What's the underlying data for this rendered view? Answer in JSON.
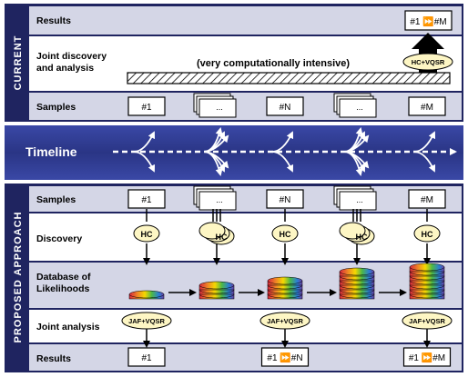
{
  "current": {
    "section_label": "CURRENT",
    "rows": {
      "results": "Results",
      "joint": "Joint discovery\nand analysis",
      "samples": "Samples"
    },
    "results_box": "#1 ⏩#M",
    "intensive_note": "(very computationally intensive)",
    "hc_vqsr": "HC+VQSR",
    "samples": [
      "#1",
      "...",
      "#N",
      "...",
      "#M"
    ]
  },
  "timeline": {
    "label": "Timeline"
  },
  "proposed": {
    "section_label": "PROPOSED APPROACH",
    "rows": {
      "samples": "Samples",
      "discovery": "Discovery",
      "database": "Database of\nLikelihoods",
      "joint": "Joint analysis",
      "results": "Results"
    },
    "samples": [
      "#1",
      "...",
      "#N",
      "...",
      "#M"
    ],
    "hc": "HC",
    "jaf": "JAF+VQSR",
    "results": [
      "#1",
      "#1 ⏩#N",
      "#1 ⏩#M"
    ]
  },
  "colors": {
    "navy": "#1f2460",
    "row_light": "#d4d6e6",
    "row_white": "#ffffff",
    "band": "#2e3a8c",
    "oval": "#fdf6c4"
  }
}
